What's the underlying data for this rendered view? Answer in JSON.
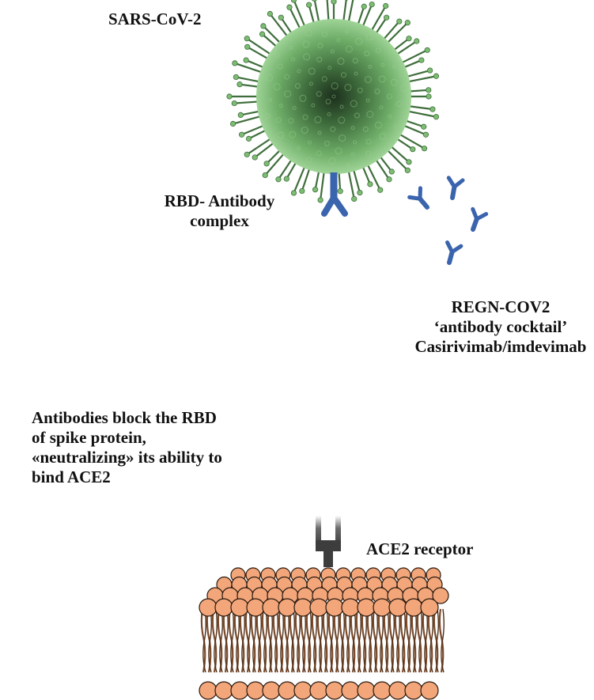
{
  "labels": {
    "virus": "SARS-CoV-2",
    "complex_line1": "RBD- Antibody",
    "complex_line2": "complex",
    "cocktail_line1": "REGN-COV2",
    "cocktail_line2": "‘antibody cocktail’",
    "cocktail_line3": "Casirivimab/imdevimab",
    "mechanism_line1": "Antibodies block the RBD",
    "mechanism_line2": "of spike protein,",
    "mechanism_line3": "«neutralizing» its ability to",
    "mechanism_line4": "bind ACE2",
    "receptor": "ACE2 receptor"
  },
  "colors": {
    "virus_body": "#5f9a5b",
    "virus_core": "#1f3420",
    "spike": "#7dbd73",
    "antibody": "#3a64ad",
    "receptor": "#4a4a4a",
    "lipid_head": "#f2a67a",
    "lipid_tail": "#7a4a2a"
  }
}
